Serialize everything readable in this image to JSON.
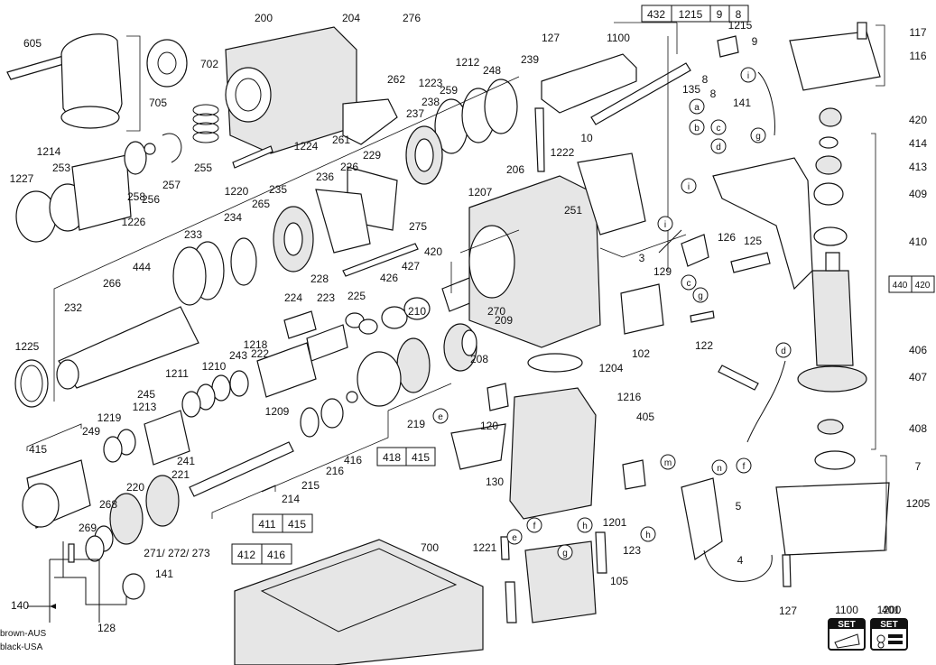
{
  "labels": [
    {
      "t": "605"
    },
    {
      "t": "705"
    },
    {
      "t": "702"
    },
    {
      "t": "200"
    },
    {
      "t": "204"
    },
    {
      "t": "276"
    },
    {
      "t": "262"
    },
    {
      "t": "1223"
    },
    {
      "t": "237"
    },
    {
      "t": "1224"
    },
    {
      "t": "261"
    },
    {
      "t": "255"
    },
    {
      "t": "1220"
    },
    {
      "t": "1214"
    },
    {
      "t": "253"
    },
    {
      "t": "1227"
    },
    {
      "t": "258"
    },
    {
      "t": "256"
    },
    {
      "t": "257"
    },
    {
      "t": "1226"
    },
    {
      "t": "1212"
    },
    {
      "t": "248"
    },
    {
      "t": "239"
    },
    {
      "t": "259"
    },
    {
      "t": "238"
    },
    {
      "t": "229"
    },
    {
      "t": "226"
    },
    {
      "t": "236"
    },
    {
      "t": "235"
    },
    {
      "t": "265"
    },
    {
      "t": "234"
    },
    {
      "t": "233"
    },
    {
      "t": "444"
    },
    {
      "t": "266"
    },
    {
      "t": "232"
    },
    {
      "t": "1225"
    },
    {
      "t": "275"
    },
    {
      "t": "228"
    },
    {
      "t": "224"
    },
    {
      "t": "223"
    },
    {
      "t": "225"
    },
    {
      "t": "426"
    },
    {
      "t": "427"
    },
    {
      "t": "420"
    },
    {
      "t": "210"
    },
    {
      "t": "270"
    },
    {
      "t": "209"
    },
    {
      "t": "208"
    },
    {
      "t": "1218"
    },
    {
      "t": "243"
    },
    {
      "t": "1210"
    },
    {
      "t": "222"
    },
    {
      "t": "1211"
    },
    {
      "t": "245"
    },
    {
      "t": "1213"
    },
    {
      "t": "1219"
    },
    {
      "t": "249"
    },
    {
      "t": "1209"
    },
    {
      "t": "241"
    },
    {
      "t": "415"
    },
    {
      "t": "221"
    },
    {
      "t": "220"
    },
    {
      "t": "268"
    },
    {
      "t": "269"
    },
    {
      "t": "271/ 272/ 273"
    },
    {
      "t": "141"
    },
    {
      "t": "140"
    },
    {
      "t": "128"
    },
    {
      "t": "brown-AUS"
    },
    {
      "t": "black-USA"
    },
    {
      "t": "214"
    },
    {
      "t": "215"
    },
    {
      "t": "216"
    },
    {
      "t": "416"
    },
    {
      "t": "219"
    },
    {
      "t": "700"
    },
    {
      "t": "127"
    },
    {
      "t": "1100"
    },
    {
      "t": "1215"
    },
    {
      "t": "9"
    },
    {
      "t": "8"
    },
    {
      "t": "135"
    },
    {
      "t": "10"
    },
    {
      "t": "1222"
    },
    {
      "t": "206"
    },
    {
      "t": "1207"
    },
    {
      "t": "251"
    },
    {
      "t": "3"
    },
    {
      "t": "129"
    },
    {
      "t": "126"
    },
    {
      "t": "125"
    },
    {
      "t": "102"
    },
    {
      "t": "122"
    },
    {
      "t": "1204"
    },
    {
      "t": "1216"
    },
    {
      "t": "405"
    },
    {
      "t": "120"
    },
    {
      "t": "130"
    },
    {
      "t": "1201"
    },
    {
      "t": "5"
    },
    {
      "t": "4"
    },
    {
      "t": "1221"
    },
    {
      "t": "123"
    },
    {
      "t": "105"
    },
    {
      "t": "117"
    },
    {
      "t": "116"
    },
    {
      "t": "420"
    },
    {
      "t": "414"
    },
    {
      "t": "413"
    },
    {
      "t": "409"
    },
    {
      "t": "410"
    },
    {
      "t": "406"
    },
    {
      "t": "407"
    },
    {
      "t": "408"
    },
    {
      "t": "7"
    },
    {
      "t": "1205"
    },
    {
      "t": "401"
    },
    {
      "t": "1200"
    }
  ],
  "letter_callouts": [
    "a",
    "b",
    "c",
    "d",
    "g",
    "i",
    "e",
    "f",
    "h",
    "m",
    "n"
  ],
  "kit_boxes": {
    "top": [
      "432",
      "1215",
      "9",
      "8"
    ],
    "k440": [
      "440",
      "420"
    ],
    "k418": [
      "418",
      "415"
    ],
    "k411": [
      "411",
      "415"
    ],
    "k412": [
      "412",
      "416"
    ]
  },
  "set_icons": {
    "label": "SET",
    "left_number": "1100",
    "right_number": "1200"
  },
  "accent_color": "#111111"
}
